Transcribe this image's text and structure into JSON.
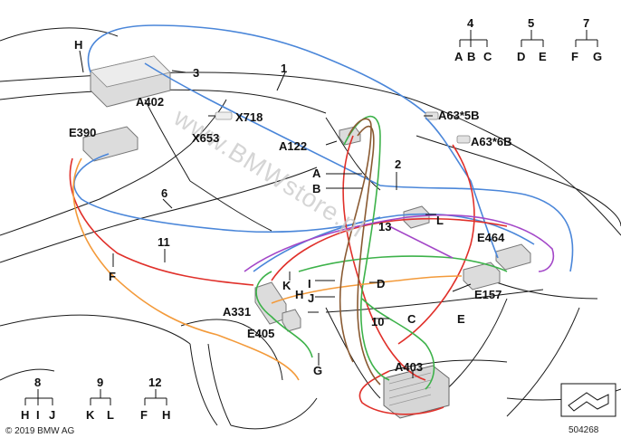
{
  "diagram": {
    "watermark": "www.BMWstore.pl",
    "copyright": "© 2019 BMW AG",
    "image_number": "504268",
    "wire_colors": {
      "blue": "#4a86d9",
      "red": "#e0302a",
      "green": "#3db24a",
      "orange": "#f39a3a",
      "brown": "#8a5a32",
      "purple": "#a347c8"
    },
    "labels": {
      "n1": "1",
      "n2": "2",
      "n3": "3",
      "n6": "6",
      "n10": "10",
      "n11": "11",
      "n13": "13",
      "H_top": "H",
      "A402": "A402",
      "X718": "X718",
      "E390": "E390",
      "X653": "X653",
      "A122": "A122",
      "A63_5B": "A63*5B",
      "A63_6B": "A63*6B",
      "A": "A",
      "B": "B",
      "L": "L",
      "E464": "E464",
      "E157": "E157",
      "D": "D",
      "I": "I",
      "J": "J",
      "K": "K",
      "H_mid": "H",
      "F": "F",
      "A331": "A331",
      "E405": "E405",
      "G": "G",
      "C_mid": "C",
      "E_mid": "E",
      "A403": "A403"
    },
    "legend_groups": [
      {
        "number": "4",
        "children": [
          "A",
          "B",
          "C"
        ]
      },
      {
        "number": "5",
        "children": [
          "D",
          "E"
        ]
      },
      {
        "number": "7",
        "children": [
          "F",
          "G"
        ]
      },
      {
        "number": "8",
        "children": [
          "H",
          "I",
          "J"
        ]
      },
      {
        "number": "9",
        "children": [
          "K",
          "L"
        ]
      },
      {
        "number": "12",
        "children": [
          "F",
          "H"
        ]
      }
    ],
    "icons": {
      "view_symbol": "view-direction-icon"
    }
  }
}
